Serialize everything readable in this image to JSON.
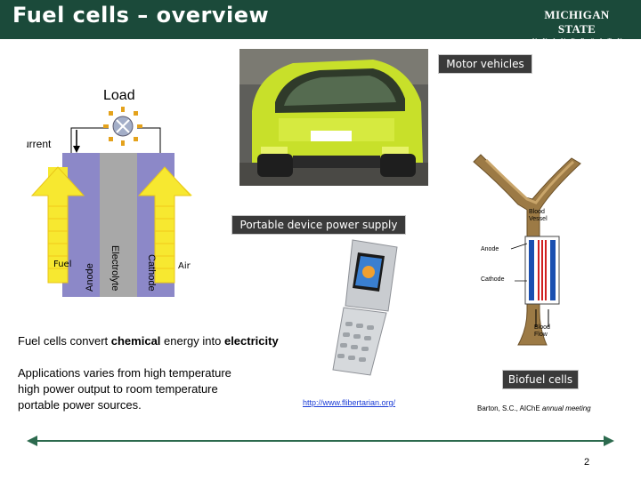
{
  "header": {
    "title": "Fuel cells – overview",
    "logo_line1": "MICHIGAN STATE",
    "logo_line2": "UNIVERSITY"
  },
  "captions": {
    "motor_vehicles": "Motor vehicles",
    "portable_device": "Portable device power supply",
    "biofuel_cells": "Biofuel cells"
  },
  "fuel_cell_diagram": {
    "load_label": "Load",
    "current_label": "current",
    "fuel_label": "Fuel",
    "anode_label": "Anode",
    "electrolyte_label": "Electrolyte",
    "cathode_label": "Cathode",
    "air_label": "Air"
  },
  "vessel_diagram": {
    "blood_vessel_line1": "Blood",
    "blood_vessel_line2": "Vessel",
    "anode_label": "Anode",
    "cathode_label": "Cathode",
    "blood_flow_line1": "Blood",
    "blood_flow_line2": "Flow"
  },
  "body": {
    "chem_prefix": "Fuel cells convert ",
    "chem_bold1": "chemical",
    "chem_middle": " energy into ",
    "chem_bold2": "electricity",
    "apps_line1": "Applications varies from high temperature",
    "apps_line2": "high power output to room temperature",
    "apps_line3": "portable power sources.",
    "link": "http://www.flibertarian.org/",
    "citation_main": "Barton, S.C., AIChE ",
    "citation_italic": "annual meeting"
  },
  "page_number": "2",
  "colors": {
    "header_bg": "#1b4a3a",
    "caption_bg": "#3a3a3a",
    "electrode": "#8c88c8",
    "electrolyte": "#a8a8a8",
    "arrow_fill": "#f7e830",
    "timeline": "#2c6a4e"
  }
}
